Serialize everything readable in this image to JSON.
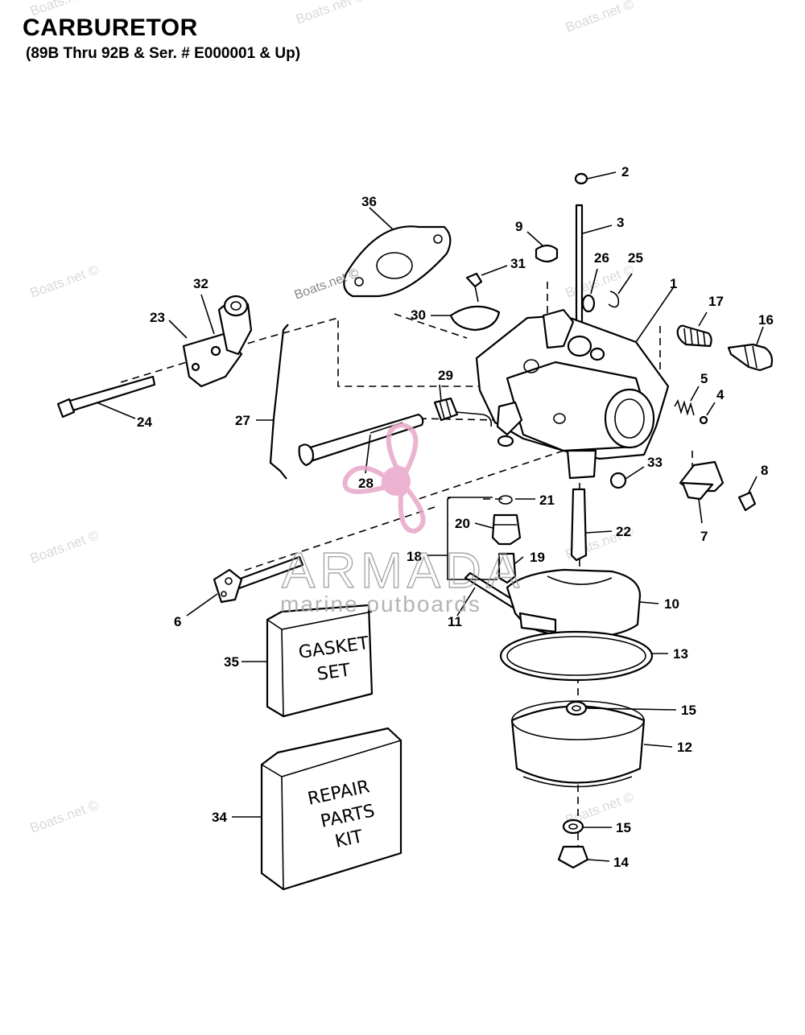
{
  "header": {
    "title": "CARBURETOR",
    "subtitle": "(89B Thru 92B & Ser. # E000001 & Up)"
  },
  "watermarks": {
    "boats": "Boats.net ©",
    "brand_name": "ARMADA",
    "brand_tagline": "marine outboards"
  },
  "boxes": {
    "gasket_line1": "GASKET",
    "gasket_line2": "SET",
    "repair_line1": "REPAIR",
    "repair_line2": "PARTS",
    "repair_line3": "KIT"
  },
  "callouts": {
    "c1": "1",
    "c2": "2",
    "c3": "3",
    "c4": "4",
    "c5": "5",
    "c6": "6",
    "c7": "7",
    "c8": "8",
    "c9": "9",
    "c10": "10",
    "c11": "11",
    "c12": "12",
    "c13": "13",
    "c14": "14",
    "c15a": "15",
    "c15b": "15",
    "c16": "16",
    "c17": "17",
    "c18": "18",
    "c19": "19",
    "c20": "20",
    "c21": "21",
    "c22": "22",
    "c23": "23",
    "c24": "24",
    "c25": "25",
    "c26": "26",
    "c27": "27",
    "c28": "28",
    "c29": "29",
    "c30": "30",
    "c31": "31",
    "c32": "32",
    "c33": "33",
    "c34": "34",
    "c35": "35",
    "c36": "36"
  },
  "colors": {
    "line": "#000000",
    "watermark": "#d9d9d9",
    "brand_pink": "#e8a6c8",
    "brand_gray": "#9a9a9a"
  }
}
